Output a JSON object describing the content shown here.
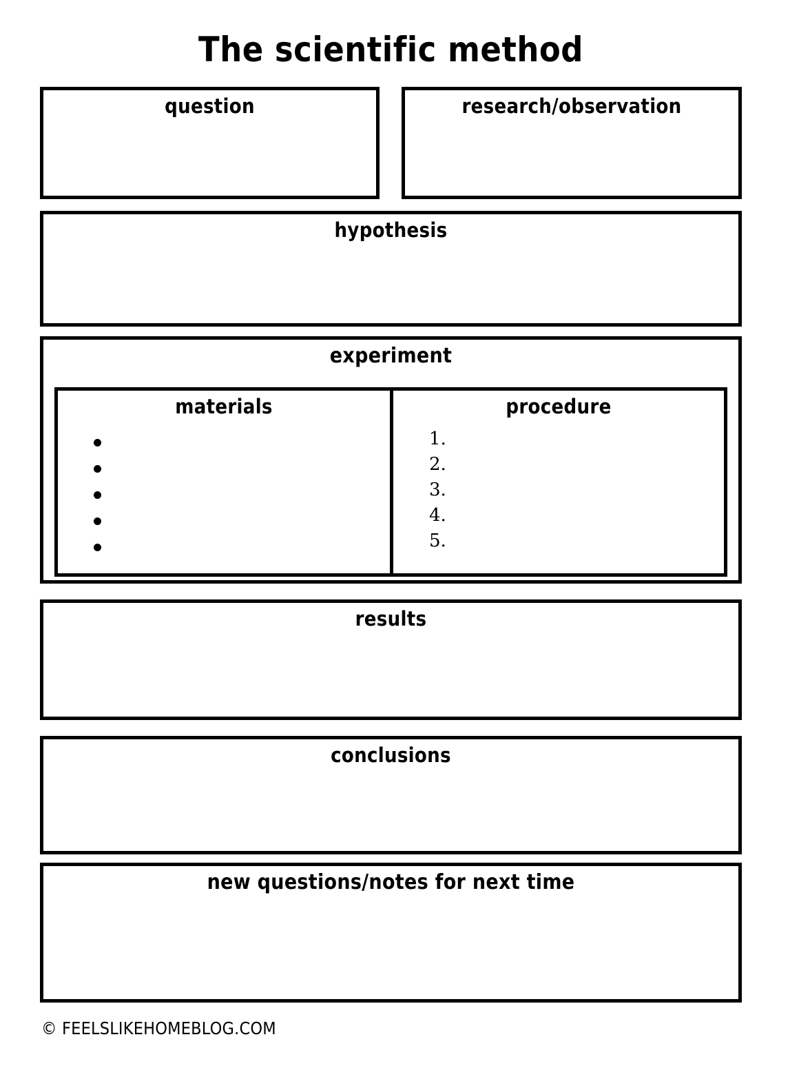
{
  "page": {
    "title": "The scientific method"
  },
  "sections": {
    "question": {
      "label": "question"
    },
    "research": {
      "label": "research/observation"
    },
    "hypothesis": {
      "label": "hypothesis"
    },
    "experiment": {
      "label": "experiment",
      "materials": {
        "label": "materials",
        "bullets": [
          "",
          "",
          "",
          "",
          ""
        ]
      },
      "procedure": {
        "label": "procedure",
        "items": [
          "1.",
          "2.",
          "3.",
          "4.",
          "5."
        ]
      }
    },
    "results": {
      "label": "results"
    },
    "conclusions": {
      "label": "conclusions"
    },
    "new_questions": {
      "label": "new questions/notes for next time"
    }
  },
  "footer": {
    "credit": "© feelslikehomeblog.com"
  },
  "colors": {
    "ink": "#000000",
    "paper": "#ffffff"
  }
}
